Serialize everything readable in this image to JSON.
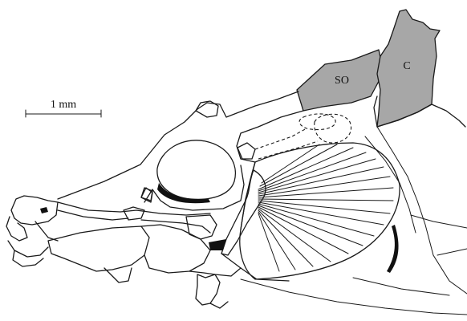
{
  "figure": {
    "colors": {
      "highlight": "#a7a7a7",
      "line": "#1a1a1a",
      "background": "#ffffff"
    },
    "labels": {
      "so": "SO",
      "c": "C"
    },
    "scale_bar": {
      "label": "1 mm"
    }
  }
}
